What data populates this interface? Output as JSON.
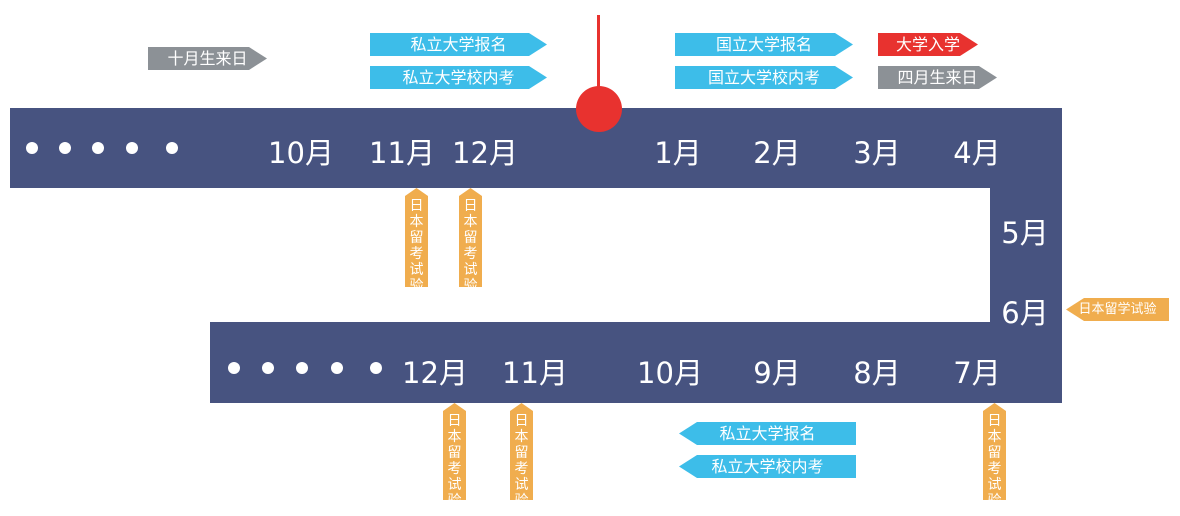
{
  "colors": {
    "band": "#475380",
    "blue": "#3dbde9",
    "orange": "#f0ad4e",
    "red": "#e8322f",
    "gray": "#8c9196"
  },
  "top_months": [
    "10月",
    "11月",
    "12月",
    "1月",
    "2月",
    "3月",
    "4月"
  ],
  "side_months": [
    "5月",
    "6月"
  ],
  "bottom_months": [
    "12月",
    "11月",
    "10月",
    "9月",
    "8月",
    "7月"
  ],
  "tags": {
    "oct_birth": "十月生来日",
    "private_apply": "私立大学报名",
    "private_exam": "私立大学校内考",
    "national_apply": "国立大学报名",
    "national_exam": "国立大学校内考",
    "enrollment": "大学入学",
    "apr_birth": "四月生来日",
    "eju_side": "日本留学试验",
    "private_apply_2": "私立大学报名",
    "private_exam_2": "私立大学校内考"
  },
  "eju_vertical": "日本留考试验"
}
